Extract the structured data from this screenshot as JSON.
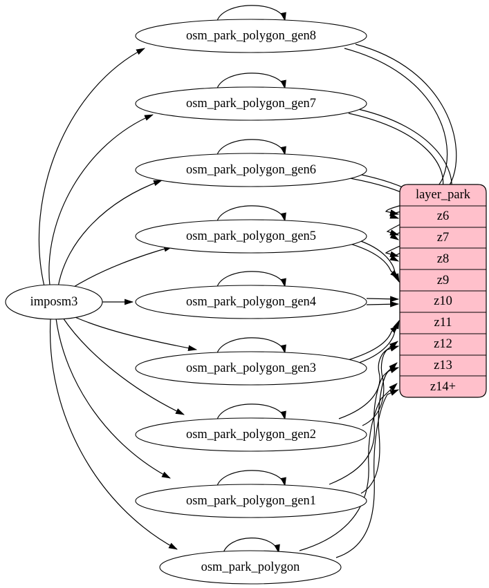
{
  "source": {
    "label": "imposm3"
  },
  "tables": [
    {
      "label": "osm_park_polygon_gen8",
      "maps_to": "z6",
      "self_loop": true,
      "edges_to_row": 2
    },
    {
      "label": "osm_park_polygon_gen7",
      "maps_to": "z7",
      "self_loop": true,
      "edges_to_row": 2
    },
    {
      "label": "osm_park_polygon_gen6",
      "maps_to": "z8",
      "self_loop": true,
      "edges_to_row": 2
    },
    {
      "label": "osm_park_polygon_gen5",
      "maps_to": "z9",
      "self_loop": true,
      "edges_to_row": 2
    },
    {
      "label": "osm_park_polygon_gen4",
      "maps_to": "z10",
      "self_loop": true,
      "edges_to_row": 2
    },
    {
      "label": "osm_park_polygon_gen3",
      "maps_to": "z11",
      "self_loop": true,
      "edges_to_row": 2
    },
    {
      "label": "osm_park_polygon_gen2",
      "maps_to": "z12",
      "self_loop": true,
      "edges_to_row": 2
    },
    {
      "label": "osm_park_polygon_gen1",
      "maps_to": "z13",
      "self_loop": true,
      "edges_to_row": 2
    },
    {
      "label": "osm_park_polygon",
      "maps_to": "z14+",
      "self_loop": true,
      "edges_to_row": 2
    }
  ],
  "layer": {
    "title": "layer_park",
    "rows": [
      "z6",
      "z7",
      "z8",
      "z9",
      "z10",
      "z11",
      "z12",
      "z13",
      "z14+"
    ]
  },
  "colors": {
    "background": "#ffffff",
    "node_fill": "#ffffff",
    "layer_fill": "#ffc0cb",
    "stroke": "#000000"
  }
}
